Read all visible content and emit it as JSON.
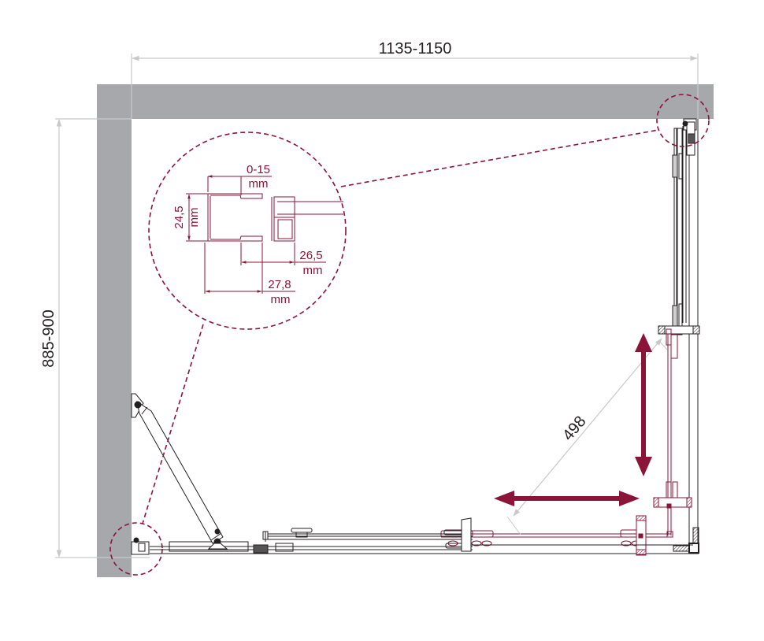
{
  "title": "Shower enclosure plan view — sliding door installation drawing",
  "colors": {
    "wall": "#a7a8ac",
    "dimension_line": "#c8c9cb",
    "outline": "#231f20",
    "accent": "#8a1538",
    "background": "#ffffff"
  },
  "dimensions": {
    "width": "1135-1150",
    "depth": "885-900",
    "entrance_diagonal": "498"
  },
  "detail_callout": {
    "label": "wall profile adjustment detail",
    "adjustment": {
      "value": "0-15",
      "unit": "mm"
    },
    "profile_height": {
      "value": "24,5",
      "unit": "mm"
    },
    "profile_depth_inner": {
      "value": "26,5",
      "unit": "mm"
    },
    "profile_depth_outer": {
      "value": "27,8",
      "unit": "mm"
    }
  },
  "arrows": {
    "horizontal": "sliding door movement (horizontal)",
    "vertical": "sliding door movement (vertical)"
  }
}
